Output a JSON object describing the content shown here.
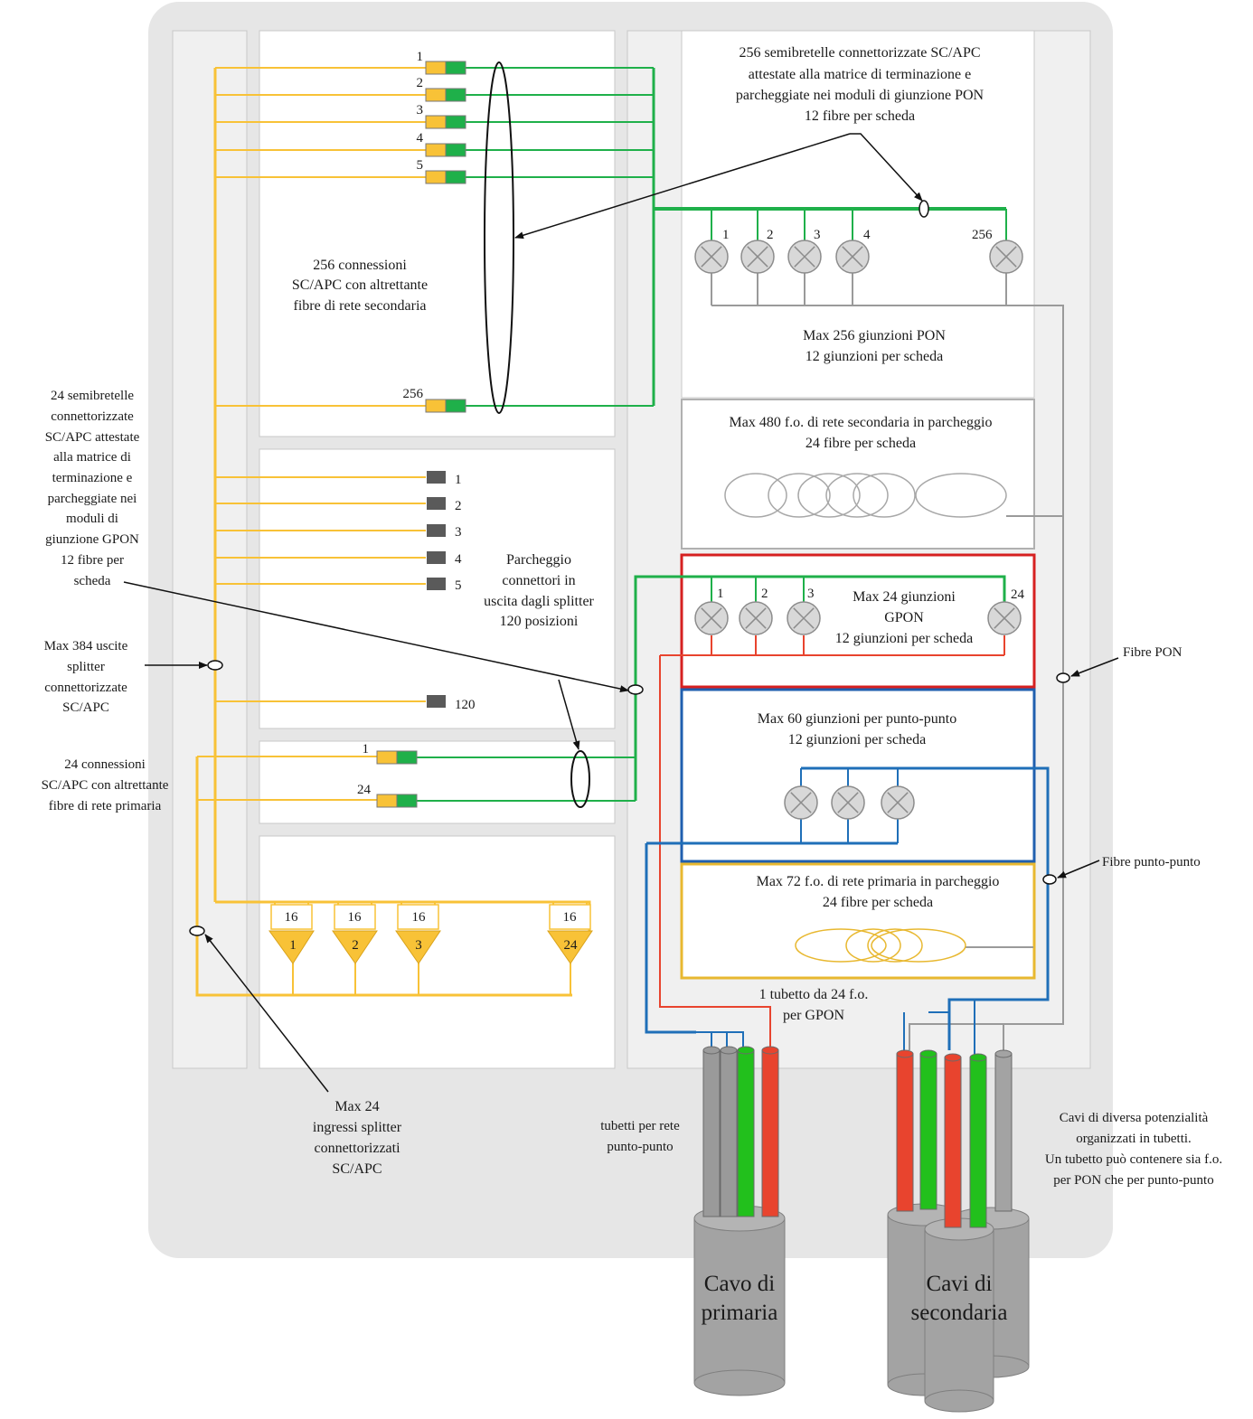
{
  "colors": {
    "yellow": "#F8C237",
    "green": "#1FB04A",
    "gray": "#9A9A9A",
    "red": "#E8442E",
    "blue": "#1F6FB8",
    "redbox": "#D62020",
    "bluebox": "#1F5FAF",
    "yellowbox": "#E8B830",
    "cabinet": "#E6E6E6"
  },
  "ports_top": [
    "1",
    "2",
    "3",
    "4",
    "5"
  ],
  "port_top_last": "256",
  "ports_mid": [
    "1",
    "2",
    "3",
    "4",
    "5"
  ],
  "port_mid_last": "120",
  "primary_conn": [
    "1",
    "24"
  ],
  "splitters": {
    "outputs": "16",
    "labels": [
      "1",
      "2",
      "3",
      "24"
    ]
  },
  "pon_splices": [
    "1",
    "2",
    "3",
    "4",
    "256"
  ],
  "gpon_splices": [
    "1",
    "2",
    "3",
    "24"
  ],
  "labels": {
    "semibretelle_256": [
      "256 semibretelle connettorizzate SC/APC",
      "attestate alla matrice di terminazione e",
      "parcheggiate nei moduli di giunzione PON",
      "12 fibre per scheda"
    ],
    "connessioni_256": [
      "256 connessioni",
      "SC/APC con altrettante",
      "fibre di rete secondaria"
    ],
    "giunzioni_pon": [
      "Max 256 giunzioni PON",
      "12 giunzioni per scheda"
    ],
    "parcheggio_480": [
      "Max 480 f.o. di rete secondaria in parcheggio",
      "24 fibre per scheda"
    ],
    "semibretelle_24": [
      "24 semibretelle",
      "connettorizzate",
      "SC/APC attestate",
      "alla matrice di",
      "terminazione e",
      "parcheggiate nei",
      "moduli di",
      "giunzione GPON",
      "12 fibre per",
      "scheda"
    ],
    "parcheggio_connettori": [
      "Parcheggio",
      "connettori in",
      "uscita dagli splitter",
      "120 posizioni"
    ],
    "giunzioni_gpon": [
      "Max 24 giunzioni",
      "GPON",
      "12 giunzioni per scheda"
    ],
    "uscite_384": [
      "Max 384 uscite",
      "splitter",
      "connettorizzate",
      "SC/APC"
    ],
    "fibre_pon": "Fibre PON",
    "giunzioni_pp": [
      "Max 60 giunzioni per punto-punto",
      "12 giunzioni per scheda"
    ],
    "connessioni_24": [
      "24 connessioni",
      "SC/APC con altrettante",
      "fibre di rete primaria"
    ],
    "fibre_pp": "Fibre punto-punto",
    "parcheggio_72": [
      "Max 72 f.o. di rete primaria in parcheggio",
      "24 fibre per scheda"
    ],
    "tubetto_gpon": [
      "1 tubetto da 24 f.o.",
      "per GPON"
    ],
    "ingressi_24": [
      "Max 24",
      "ingressi splitter",
      "connettorizzati",
      "SC/APC"
    ],
    "tubetti_pp": [
      "tubetti per rete",
      "punto-punto"
    ],
    "cavi_diversi": [
      "Cavi di diversa potenzialità",
      "organizzati in tubetti.",
      "Un tubetto può contenere sia f.o.",
      "per PON che per punto-punto"
    ],
    "cavo_primaria": [
      "Cavo di",
      "primaria"
    ],
    "cavi_secondaria": [
      "Cavi di",
      "secondaria"
    ]
  }
}
